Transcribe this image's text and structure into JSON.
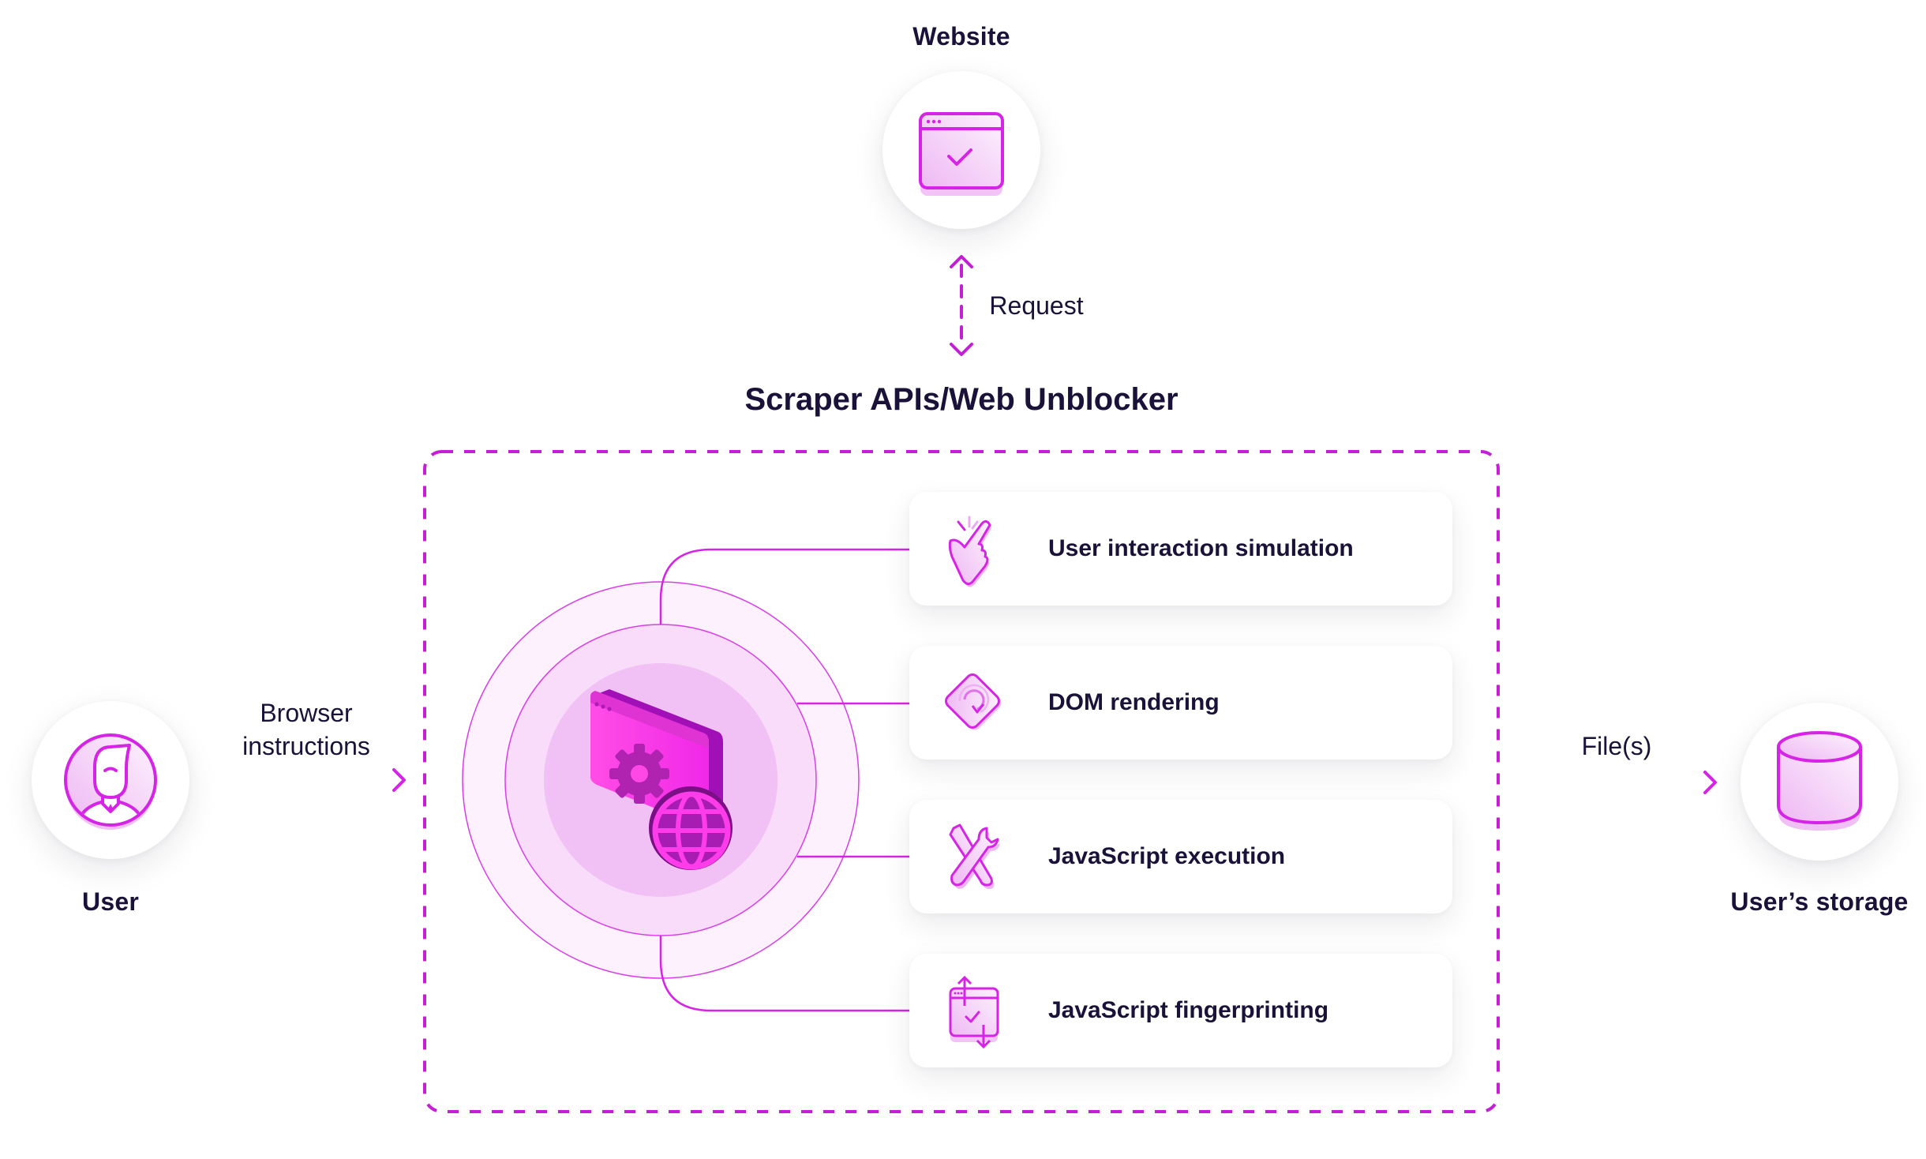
{
  "colors": {
    "accent": "#d624e6",
    "accent_dark": "#ad14c0",
    "accent_light": "#f3c9f6",
    "text": "#1a1238"
  },
  "website": {
    "label": "Website",
    "icon": "browser-check-icon"
  },
  "request": {
    "label": "Request",
    "icon": "bidirectional-arrow-icon"
  },
  "scraper": {
    "title": "Scraper APIs/Web Unblocker",
    "center_icon": "browser-gear-globe-icon",
    "features": [
      {
        "label": "User interaction simulation",
        "icon": "hand-tap-icon"
      },
      {
        "label": "DOM rendering",
        "icon": "refresh-diamond-icon"
      },
      {
        "label": "JavaScript execution",
        "icon": "tools-icon"
      },
      {
        "label": "JavaScript fingerprinting",
        "icon": "browser-arrows-icon"
      }
    ]
  },
  "user": {
    "label": "User",
    "icon": "user-avatar-icon"
  },
  "browser_instructions": {
    "line1": "Browser",
    "line2": "instructions"
  },
  "files": {
    "label": "File(s)"
  },
  "storage": {
    "label": "User’s storage",
    "icon": "database-icon"
  }
}
